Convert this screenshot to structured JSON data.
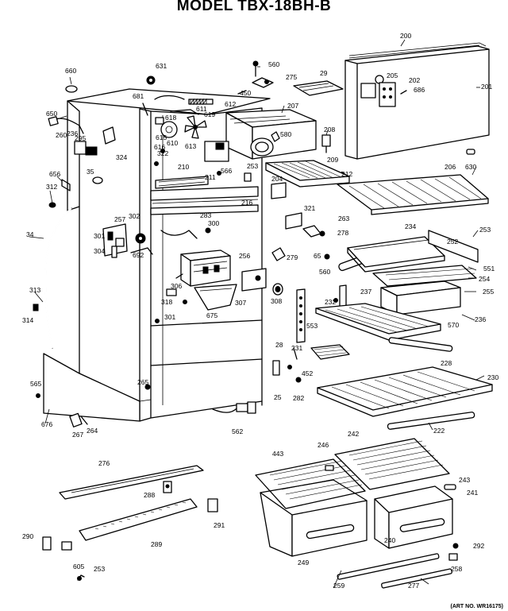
{
  "diagram": {
    "title": "MODEL TBX-18BH-B",
    "art_number": "(ART NO. WR16175)",
    "labels": [
      "200",
      "201",
      "205",
      "202",
      "686",
      "29",
      "207",
      "580",
      "208",
      "209",
      "212",
      "206",
      "630",
      "660",
      "275",
      "450",
      "560",
      "631",
      "681",
      "611",
      "612",
      "619",
      "618",
      "615",
      "616",
      "610",
      "613",
      "322",
      "324",
      "210",
      "211",
      "566",
      "253",
      "204",
      "216",
      "650",
      "260",
      "295",
      "236",
      "656",
      "35",
      "312",
      "34",
      "313",
      "314",
      "565",
      "676",
      "267",
      "264",
      "265",
      "283",
      "300",
      "257",
      "301",
      "302",
      "304",
      "692",
      "256",
      "306",
      "318",
      "675",
      "307",
      "308",
      "301",
      "321",
      "263",
      "278",
      "279",
      "65",
      "560",
      "234",
      "252",
      "253",
      "551",
      "254",
      "255",
      "236",
      "237",
      "232",
      "553",
      "570",
      "228",
      "230",
      "222",
      "231",
      "28",
      "452",
      "25",
      "282",
      "562",
      "443",
      "242",
      "246",
      "243",
      "241",
      "240",
      "249",
      "292",
      "258",
      "259",
      "277",
      "276",
      "288",
      "289",
      "291",
      "290",
      "605",
      "253"
    ]
  }
}
